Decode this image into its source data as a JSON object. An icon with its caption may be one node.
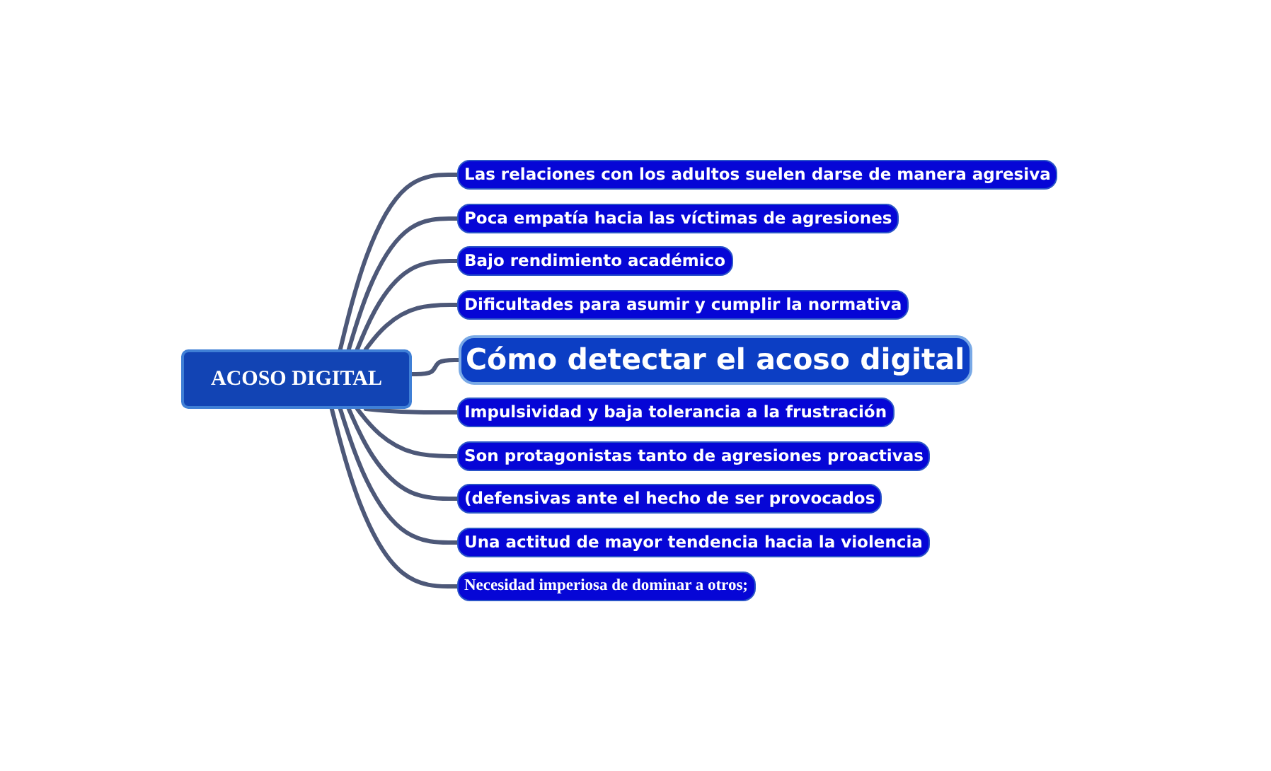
{
  "diagram": {
    "nodes": [
      {
        "text": [
          "ACOSO DIGITAL"
        ]
      },
      {
        "text": [
          "Las relaciones con los adultos suelen darse de manera agresiva"
        ]
      },
      {
        "text": [
          "Poca empatía hacia las víctimas de agresiones"
        ]
      },
      {
        "text": [
          "Bajo rendimiento académico"
        ]
      },
      {
        "text": [
          "Dificultades para asumir y cumplir la normativa"
        ]
      },
      {
        "text": [
          "Cómo detectar el acoso digital"
        ]
      },
      {
        "text": [
          "Impulsividad y baja tolerancia a la frustración"
        ]
      },
      {
        "text": [
          "Son protagonistas tanto de agresiones proactivas"
        ]
      },
      {
        "text": [
          "(defensivas ante el hecho de ser provocados"
        ]
      },
      {
        "text": [
          "Una actitud de mayor tendencia hacia la violencia"
        ]
      },
      {
        "text": [
          "Necesidad imperiosa de dominar a otros;"
        ]
      }
    ],
    "edges": [
      {
        "from": 0,
        "to": 1,
        "arrow": "none"
      },
      {
        "from": 0,
        "to": 2,
        "arrow": "none"
      },
      {
        "from": 0,
        "to": 3,
        "arrow": "none"
      },
      {
        "from": 0,
        "to": 4,
        "arrow": "none"
      },
      {
        "from": 0,
        "to": 5,
        "arrow": "none"
      },
      {
        "from": 0,
        "to": 6,
        "arrow": "none"
      },
      {
        "from": 0,
        "to": 7,
        "arrow": "none"
      },
      {
        "from": 0,
        "to": 8,
        "arrow": "none"
      },
      {
        "from": 0,
        "to": 9,
        "arrow": "none"
      },
      {
        "from": 0,
        "to": 10,
        "arrow": "none"
      }
    ]
  }
}
